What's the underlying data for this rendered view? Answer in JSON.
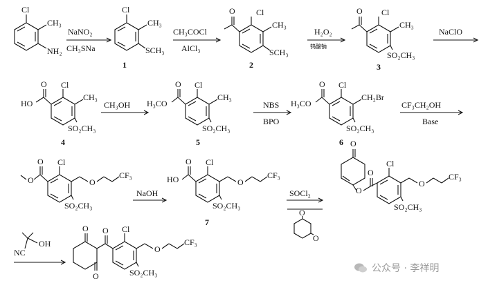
{
  "reagents": {
    "r1": "NaNO₂",
    "r1b": "CH₃SNa",
    "r2": "CH₃COCl",
    "r2b": "AlCl₃",
    "r3": "H₂O₂",
    "r3b": "钨酸钠",
    "r4": "NaClO",
    "r5": "CH₃OH",
    "r6": "NBS",
    "r6b": "BPO",
    "r7": "CF₃CH₂OH",
    "r7b": "Base",
    "r8": "NaOH",
    "r9": "SOCl₂"
  },
  "atoms": {
    "Cl": "Cl",
    "CH3": "CH₃",
    "NH2": "NH₂",
    "SCH3": "SCH₃",
    "SO2CH3": "SO₂CH₃",
    "O": "O",
    "HO": "HO",
    "H3CO": "H₃CO",
    "CH2Br": "CH₂Br",
    "CF3": "CF₃",
    "OH": "OH",
    "NC": "NC"
  },
  "compounds": [
    "1",
    "2",
    "3",
    "4",
    "5",
    "6",
    "7"
  ],
  "watermark": {
    "text": "公众号 · 李祥明"
  }
}
